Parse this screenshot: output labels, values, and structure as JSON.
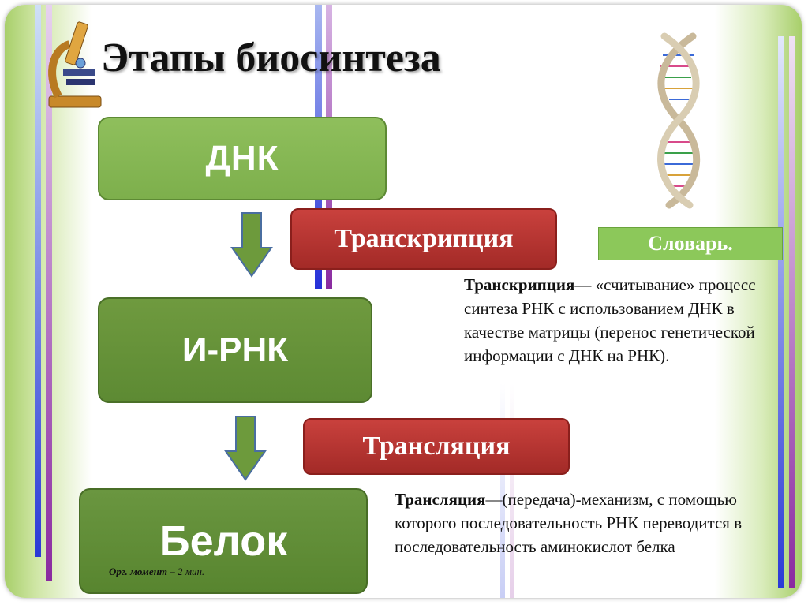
{
  "title": "Этапы биосинтеза",
  "stages": {
    "dna": "ДНК",
    "rna": "И-РНК",
    "protein": "Белок"
  },
  "processes": {
    "transcription": "Транскрипция",
    "translation": "Трансляция"
  },
  "dictionary_label": "Словарь.",
  "definitions": {
    "transcription_term": "Транскрипция",
    "transcription_text": "— «считывание» процесс синтеза РНК с использованием ДНК в качестве матрицы (перенос генетической информации с ДНК на РНК).",
    "translation_term": "Трансляция",
    "translation_text": "—(передача)-механизм, с помощью которого последовательность РНК переводится в последовательность аминокислот белка"
  },
  "note": {
    "bold": "Орг. момент",
    "rest": " – 2 мин."
  },
  "icons": [
    "microscope-icon",
    "dna-helix-icon"
  ],
  "colors": {
    "green_box": "#7daf4c",
    "dark_green_box": "#5d8a33",
    "red_box": "#b3332f",
    "dictionary": "#8cc85a"
  }
}
